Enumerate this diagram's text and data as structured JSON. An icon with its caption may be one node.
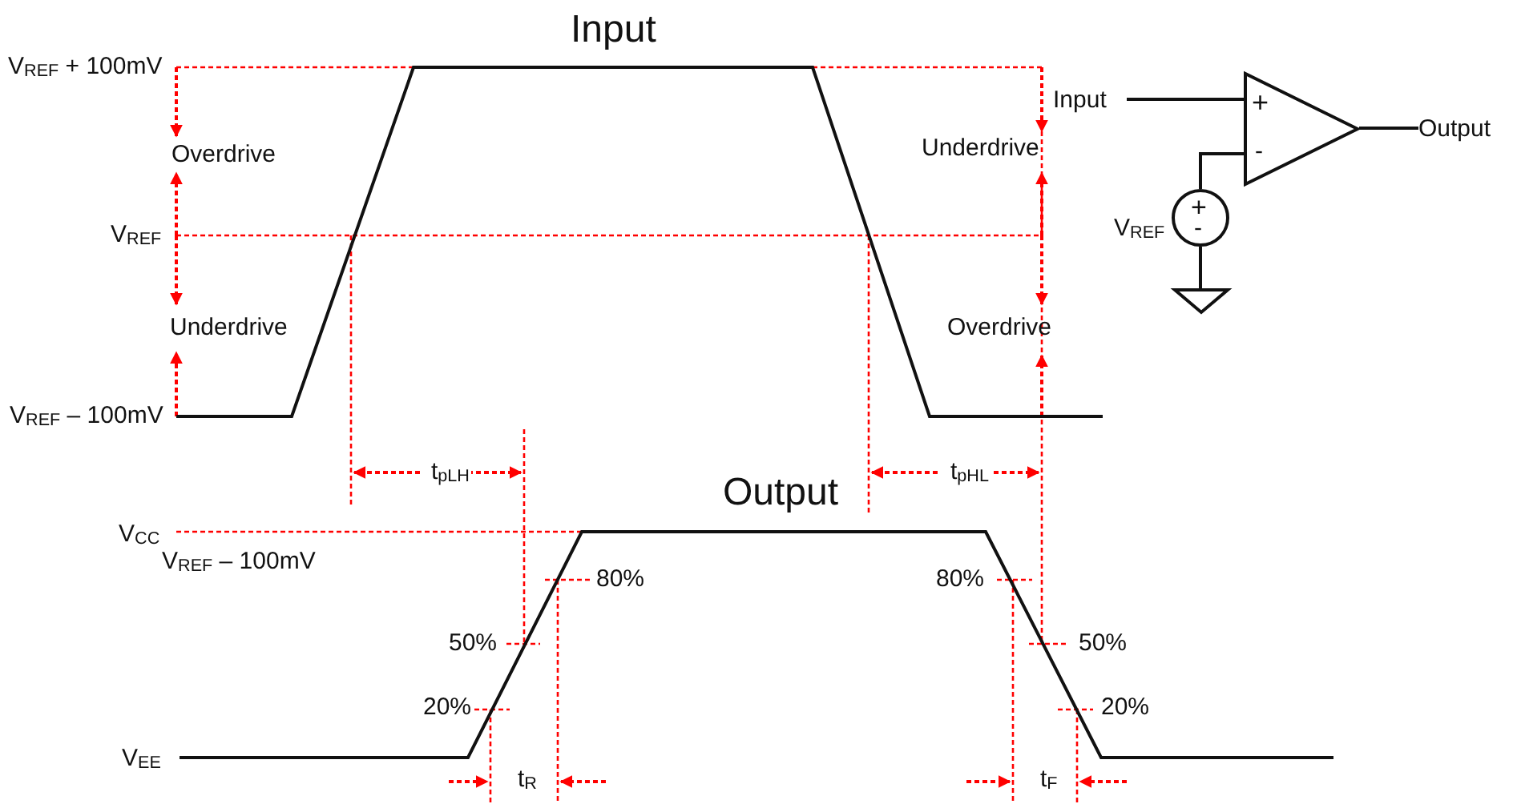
{
  "diagram": {
    "nodes": [
      {
        "text": [
          "Input"
        ]
      },
      {
        "text": [
          "+",
          "-"
        ]
      },
      {
        "text": [
          "Output"
        ]
      },
      {
        "text": [
          "+",
          "-"
        ],
        "beside": [
          "V$_{REF}$"
        ]
      },
      {
        "text": [],
        "shape": "ground"
      }
    ],
    "edges": [
      {
        "from": 0,
        "to": 1,
        "arrow": "none"
      },
      {
        "from": 1,
        "to": 2,
        "arrow": "none"
      },
      {
        "from": 3,
        "to": 1,
        "arrow": "none"
      },
      {
        "from": 3,
        "to": 4,
        "arrow": "none"
      }
    ],
    "labels": [
      "Input",
      "Output",
      "V$_{REF}$ + 100mV",
      "Overdrive",
      "V$_{REF}$",
      "Underdrive",
      "V$_{REF}$ – 100mV",
      "Underdrive",
      "Overdrive",
      "t$_{pLH}$",
      "t$_{pHL}$",
      "V$_{CC}$",
      "V$_{REF}$ – 100mV",
      "80%",
      "50%",
      "20%",
      "V$_{EE}$",
      "t$_{R}$",
      "80%",
      "50%",
      "20%",
      "t$_{F}$"
    ]
  }
}
